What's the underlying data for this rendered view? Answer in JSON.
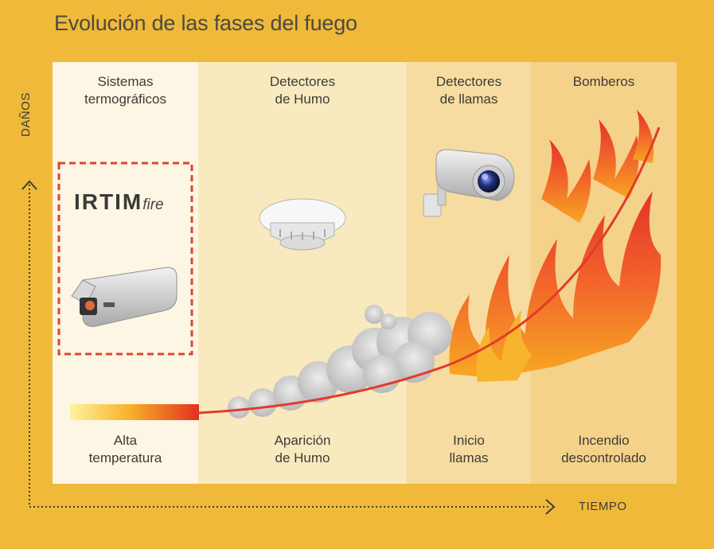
{
  "title": "Evolución de las fases del fuego",
  "axes": {
    "y_label": "DAÑOS",
    "x_label": "TIEMPO"
  },
  "logo": {
    "main": "IRTIM",
    "suffix": "fire"
  },
  "phases": [
    {
      "top": "Sistemas termográficos",
      "top_lines": [
        "Sistemas",
        "termográficos"
      ],
      "bottom_lines": [
        "Alta",
        "temperatura"
      ]
    },
    {
      "top": "Detectores de Humo",
      "top_lines": [
        "Detectores",
        "de Humo"
      ],
      "bottom_lines": [
        "Aparición",
        "de Humo"
      ]
    },
    {
      "top": "Detectores de llamas",
      "top_lines": [
        "Detectores",
        "de llamas"
      ],
      "bottom_lines": [
        "Inicio",
        "llamas"
      ]
    },
    {
      "top": "Bomberos",
      "top_lines": [
        "Bomberos"
      ],
      "bottom_lines": [
        "Incendio",
        "descontrolado"
      ]
    }
  ],
  "colors": {
    "background": "#f0b93a",
    "curve": "#e23a2a",
    "text": "#3c3c38",
    "dashed_box": "#d9482f"
  }
}
